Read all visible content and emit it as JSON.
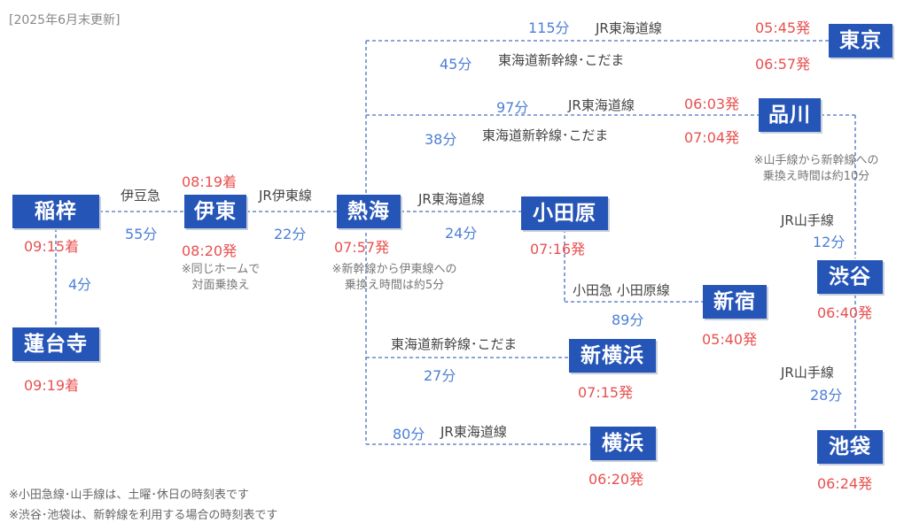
{
  "header": "[2025年6月末更新]",
  "stations": {
    "inatori": "稲梓",
    "rendaiji": "蓮台寺",
    "ito": "伊東",
    "atami": "熱海",
    "odawara": "小田原",
    "shinjuku": "新宿",
    "shinyokohama": "新横浜",
    "yokohama": "横浜",
    "tokyo": "東京",
    "shinagawa": "品川",
    "shibuya": "渋谷",
    "ikebukuro": "池袋"
  },
  "times": {
    "inatori_arr": "09:15着",
    "rendaiji_arr": "09:19着",
    "ito_arr": "08:19着",
    "ito_dep": "08:20発",
    "atami_dep": "07:57発",
    "odawara_dep": "07:16発",
    "shinjuku_dep": "05:40発",
    "shinyokohama_dep": "07:15発",
    "yokohama_dep": "06:20発",
    "tokyo_dep_jr": "05:45発",
    "tokyo_dep_shinkansen": "06:57発",
    "shinagawa_dep_jr": "06:03発",
    "shinagawa_dep_shinkansen": "07:04発",
    "shibuya_dep": "06:40発",
    "ikebukuro_dep": "06:24発"
  },
  "segments": {
    "inatori_rendaiji_min": "4分",
    "ito_inatori_line": "伊豆急",
    "ito_inatori_min": "55分",
    "atami_ito_line": "JR伊東線",
    "atami_ito_min": "22分",
    "odawara_atami_line": "JR東海道線",
    "odawara_atami_min": "24分",
    "shinjuku_odawara_line": "小田急 小田原線",
    "shinjuku_odawara_min": "89分",
    "shinyokohama_line": "東海道新幹線･こだま",
    "shinyokohama_min": "27分",
    "yokohama_line": "JR東海道線",
    "yokohama_min": "80分",
    "tokyo_jr_line": "JR東海道線",
    "tokyo_jr_min": "115分",
    "tokyo_shinkansen_line": "東海道新幹線･こだま",
    "tokyo_shinkansen_min": "45分",
    "shinagawa_jr_line": "JR東海道線",
    "shinagawa_jr_min": "97分",
    "shinagawa_shinkansen_line": "東海道新幹線･こだま",
    "shinagawa_shinkansen_min": "38分",
    "shibuya_shinagawa_line": "JR山手線",
    "shibuya_shinagawa_min": "12分",
    "ikebukuro_shibuya_line": "JR山手線",
    "ikebukuro_shibuya_min": "28分"
  },
  "notes": {
    "ito_note_1": "※同じホームで",
    "ito_note_2": "対面乗換え",
    "atami_note_1": "※新幹線から伊東線への",
    "atami_note_2": "乗換え時間は約5分",
    "shinagawa_note_1": "※山手線から新幹線への",
    "shinagawa_note_2": "乗換え時間は約10分"
  },
  "footer": {
    "line1": "※小田急線･山手線は、土曜･休日の時刻表です",
    "line2": "※渋谷･池袋は、新幹線を利用する場合の時刻表です"
  },
  "colors": {
    "station_bg": "#2655b8",
    "time": "#e8504f",
    "minutes": "#4c7fd6",
    "route_line": "#4a6fc1"
  }
}
